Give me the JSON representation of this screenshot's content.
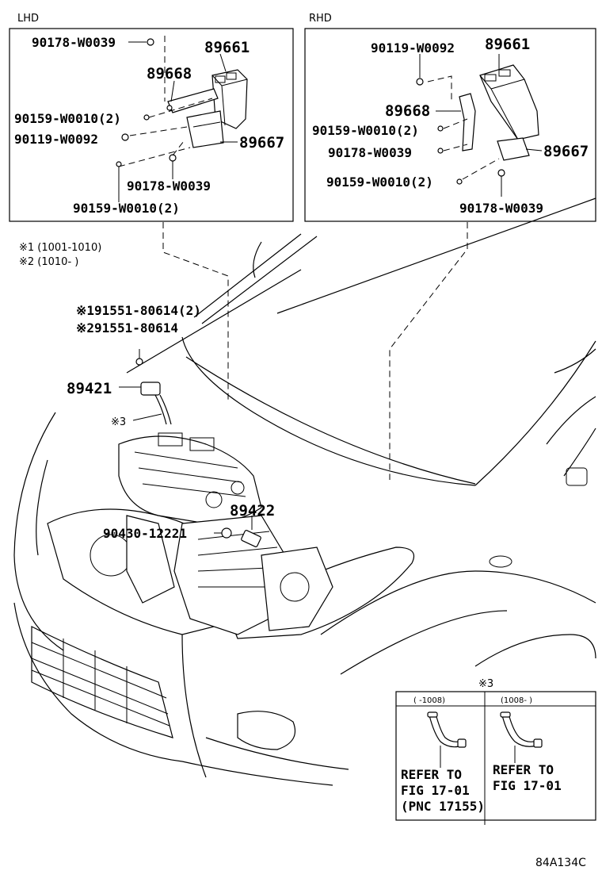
{
  "panels": {
    "lhd": {
      "title": "LHD",
      "labels": {
        "bolt_top": "90178-W0039",
        "ecu": "89661",
        "bracket": "89668",
        "screw_a": "90159-W0010(2)",
        "bolt_left": "90119-W0092",
        "bracket_b": "89667",
        "bolt_bottom": "90178-W0039",
        "screw_bottom": "90159-W0010(2)"
      }
    },
    "rhd": {
      "title": "RHD",
      "labels": {
        "bolt_top": "90119-W0092",
        "ecu": "89661",
        "bracket": "89668",
        "screw_a": "90159-W0010(2)",
        "bolt_mid": "90178-W0039",
        "bracket_b": "89667",
        "screw_b": "90159-W0010(2)",
        "bolt_bottom": "90178-W0039"
      }
    }
  },
  "notes": {
    "note1": "※1 (1001-1010)",
    "note2": "※2 (1010-      )"
  },
  "main": {
    "sensor_bolt_1": "※191551-80614(2)",
    "sensor_bolt_2": "※291551-80614",
    "sensor": "89421",
    "hose_ref": "※3",
    "sensor_2": "89422",
    "gasket": "90430-12221"
  },
  "inset": {
    "title": "※3",
    "col1_header": "(    -1008)",
    "col2_header": "(1008-      )",
    "col1_text": [
      "REFER TO",
      "FIG 17-01",
      "(PNC 17155)"
    ],
    "col2_text": [
      "REFER TO",
      "FIG 17-01"
    ]
  },
  "figure_code": "84A134C"
}
